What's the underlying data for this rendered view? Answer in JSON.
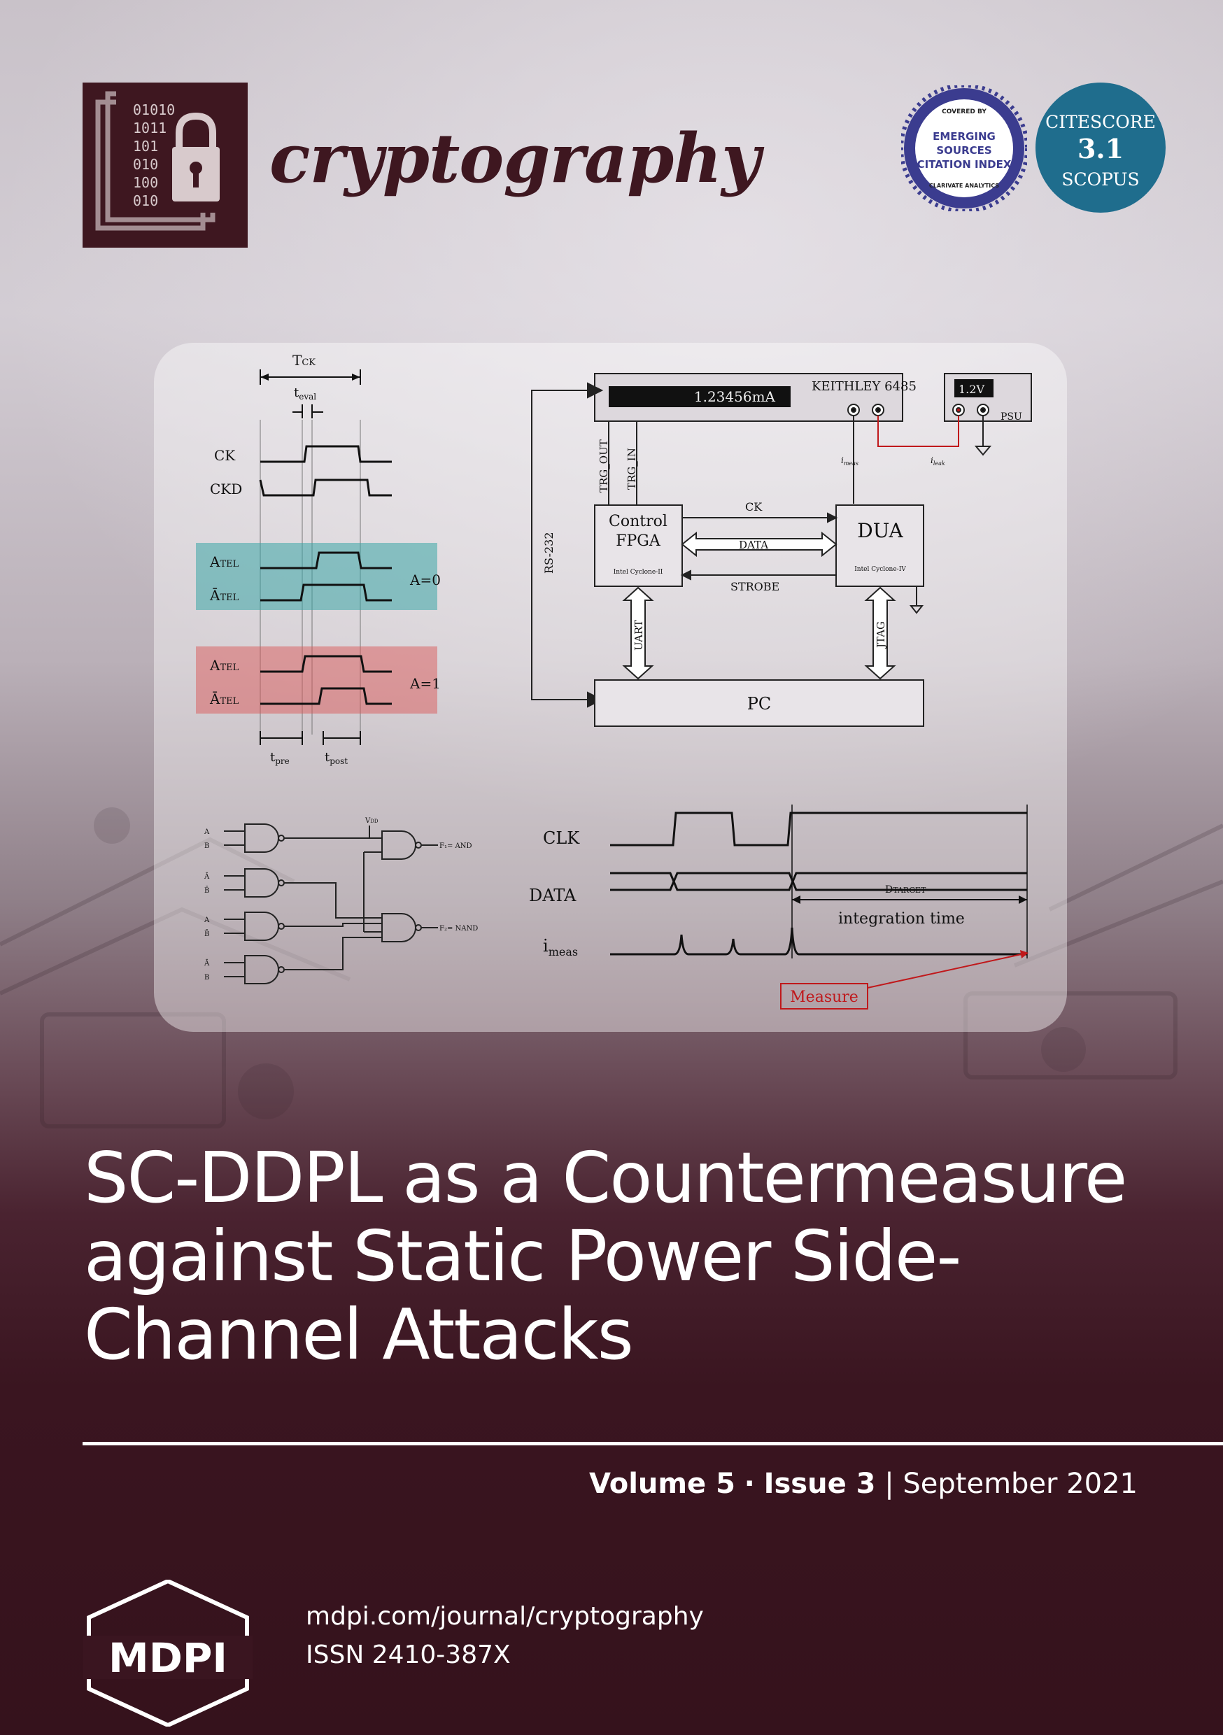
{
  "journal": {
    "logo_bits": [
      "01010",
      "1011",
      "101",
      "010",
      "100",
      "010"
    ],
    "name": "cryptography",
    "color": "#3e1720"
  },
  "badges": {
    "esci": {
      "top_text": "COVERED BY",
      "lines": [
        "EMERGING",
        "SOURCES",
        "CITATION INDEX"
      ],
      "bottom_text": "CLARIVATE ANALYTICS"
    },
    "citescore": {
      "label": "CITESCORE",
      "value": "3.1",
      "source": "SCOPUS",
      "color": "#1f6d8d"
    }
  },
  "figure": {
    "timing": {
      "tck": "T",
      "tck_sub": "CK",
      "teval": "t",
      "teval_sub": "eval",
      "signals": [
        "CK",
        "CKD"
      ],
      "a0_signals": [
        {
          "main": "A",
          "sub": "TEL"
        },
        {
          "main": "Ā",
          "sub": "TEL"
        }
      ],
      "a1_signals": [
        {
          "main": "A",
          "sub": "TEL"
        },
        {
          "main": "Ā",
          "sub": "TEL"
        }
      ],
      "a0_label": "A=0",
      "a1_label": "A=1",
      "tpre": "t",
      "tpre_sub": "pre",
      "tpost": "t",
      "tpost_sub": "post",
      "a0_color": "#3aa6a6",
      "a1_color": "#d95a5a"
    },
    "setup": {
      "meter_display": "1.23456mA",
      "meter_label": "KEITHLEY 6485",
      "psu_display": "1.2V",
      "psu_label": "PSU",
      "trg_out": "TRG_OUT",
      "trg_in": "TRG_IN",
      "rs232": "RS-232",
      "control": [
        "Control",
        "FPGA"
      ],
      "control_sub": "Intel Cyclone-II",
      "dua": "DUA",
      "dua_sub": "Intel Cyclone-IV",
      "ck": "CK",
      "data": "DATA",
      "strobe": "STROBE",
      "uart": "UART",
      "jtag": "JTAG",
      "pc": "PC",
      "imeas": "i",
      "imeas_sub": "meas",
      "ileak": "i",
      "ileak_sub": "leak"
    },
    "gates": {
      "vdd": "V",
      "vdd_sub": "DD",
      "inputs": [
        "A",
        "B",
        "Ā",
        "B̄",
        "A",
        "B̄",
        "Ā",
        "B"
      ],
      "out1": "F₁= AND",
      "out2": "F₂= NAND"
    },
    "waveform": {
      "clk": "CLK",
      "data": "DATA",
      "imeas": "i",
      "imeas_sub": "meas",
      "dtarget": "D",
      "dtarget_sub": "TARGET",
      "integration": "integration time",
      "measure": "Measure",
      "measure_color": "#c0181b"
    }
  },
  "title_lines": [
    "SC-DDPL as a Countermeasure",
    "against Static Power Side-",
    "Channel Attacks"
  ],
  "issue": {
    "volume": "Volume 5",
    "separator": "·",
    "issue": "Issue 3",
    "divider": "|",
    "date": "September 2021"
  },
  "publisher": {
    "name": "MDPI",
    "url": "mdpi.com/journal/cryptography",
    "issn": "ISSN 2410-387X"
  }
}
